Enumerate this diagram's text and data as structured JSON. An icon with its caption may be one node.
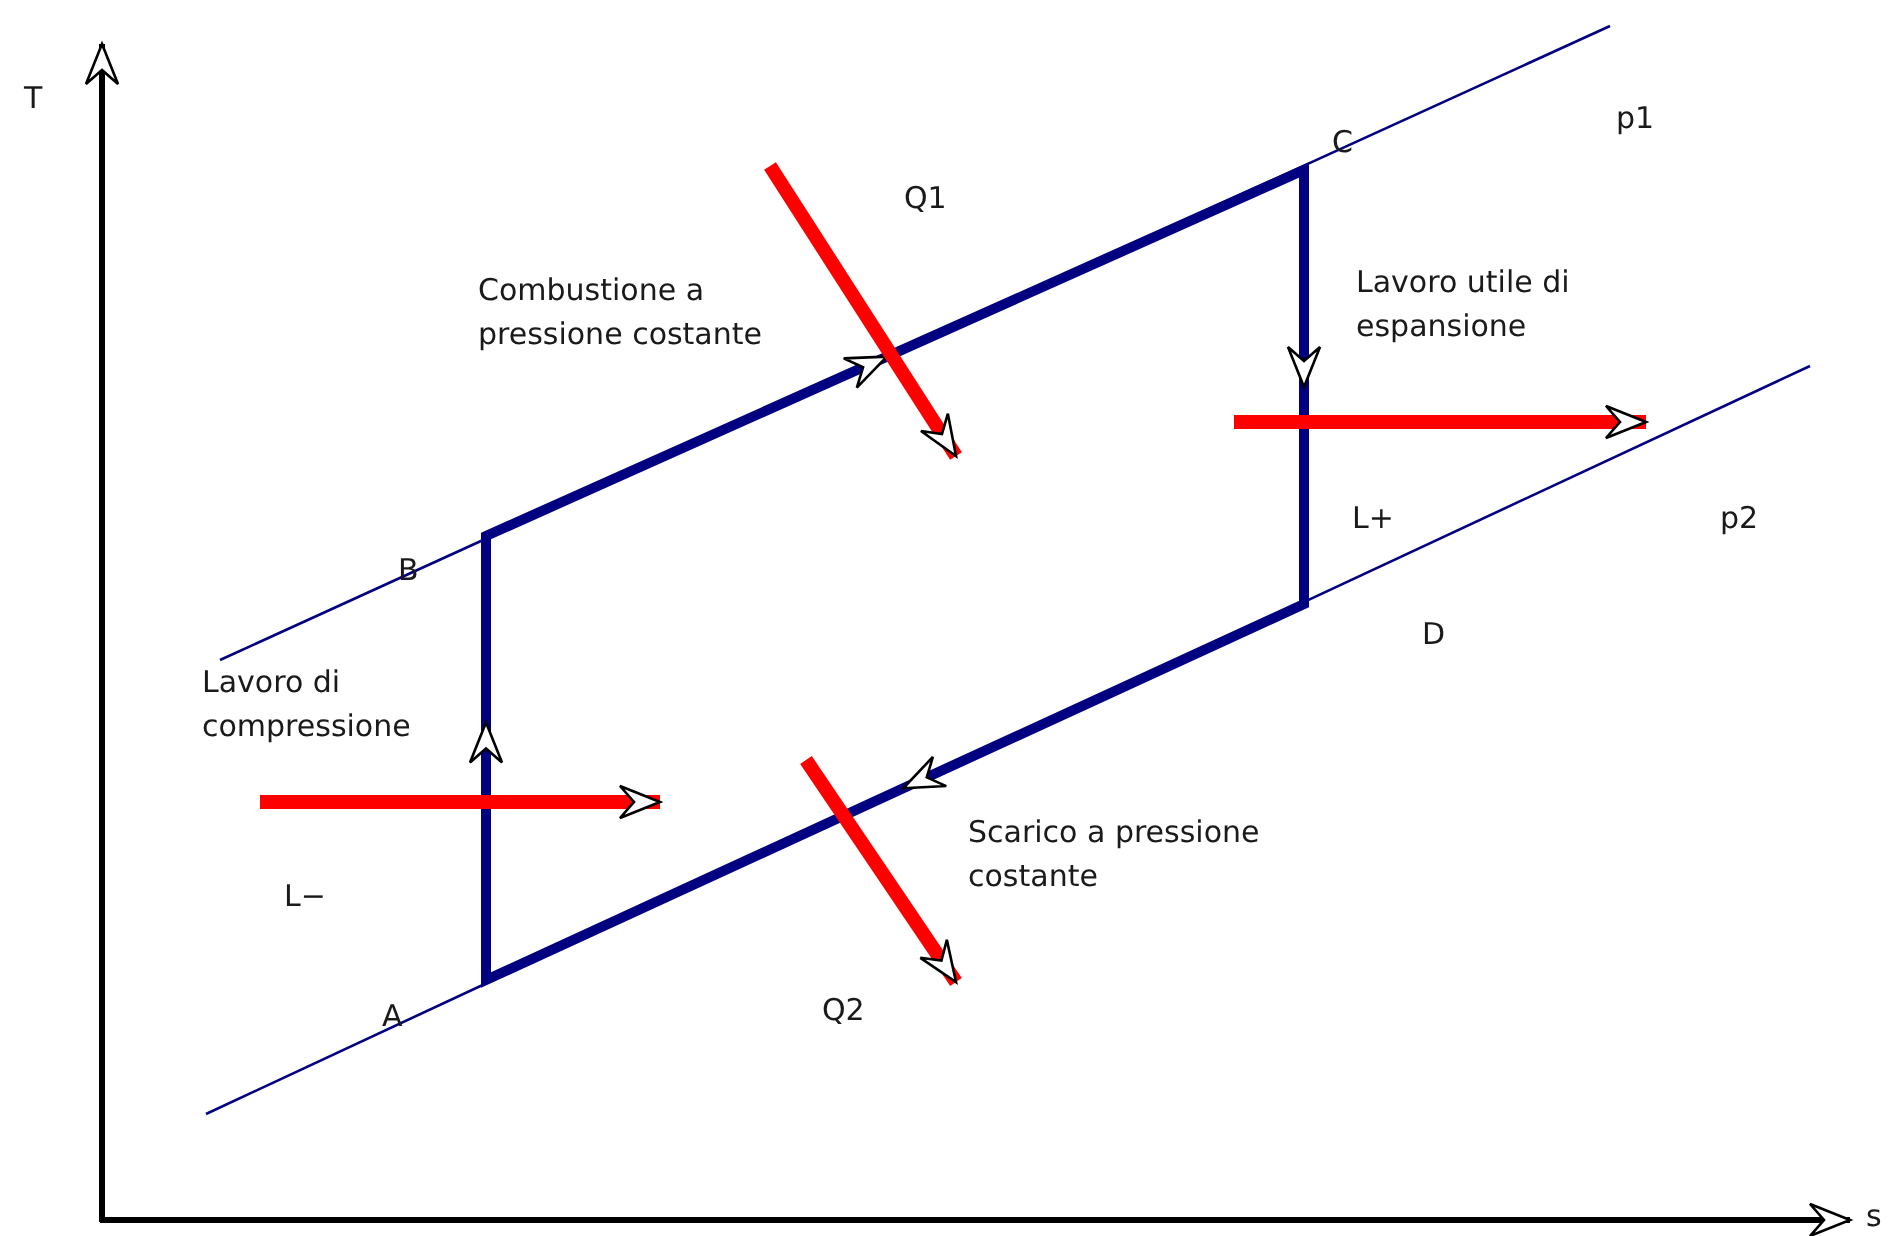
{
  "diagram": {
    "labels": [
      "T",
      "Q1",
      "C",
      "p1",
      "Combustione a pressione costante",
      "Lavoro utile di espansione",
      "L+",
      "p2",
      "B",
      "D",
      "Lavoro di compressione",
      "Scarico a pressione costante",
      "L−",
      "A",
      "Q2",
      "s"
    ]
  }
}
